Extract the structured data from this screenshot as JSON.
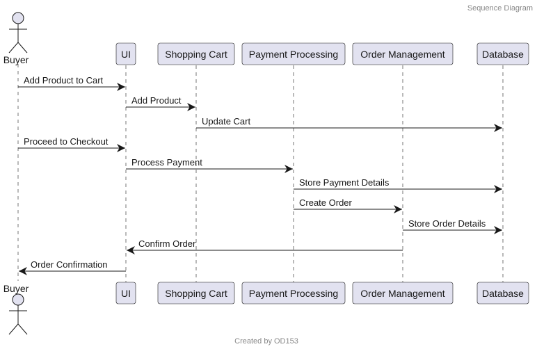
{
  "header": {
    "caption": "Sequence Diagram"
  },
  "footer": {
    "caption": "Created by OD153"
  },
  "colors": {
    "participant_fill": "#e2e2f0",
    "participant_border": "#181818",
    "lifeline": "#181818",
    "arrow": "#181818",
    "caption": "#888888"
  },
  "participants": [
    {
      "id": "buyer",
      "label": "Buyer",
      "kind": "actor"
    },
    {
      "id": "ui",
      "label": "UI",
      "kind": "box"
    },
    {
      "id": "cart",
      "label": "Shopping Cart",
      "kind": "box"
    },
    {
      "id": "payment",
      "label": "Payment Processing",
      "kind": "box"
    },
    {
      "id": "orders",
      "label": "Order Management",
      "kind": "box"
    },
    {
      "id": "db",
      "label": "Database",
      "kind": "box"
    }
  ],
  "messages": [
    {
      "from": "buyer",
      "to": "ui",
      "label": "Add Product to Cart"
    },
    {
      "from": "ui",
      "to": "cart",
      "label": "Add Product"
    },
    {
      "from": "cart",
      "to": "db",
      "label": "Update Cart"
    },
    {
      "from": "buyer",
      "to": "ui",
      "label": "Proceed to Checkout"
    },
    {
      "from": "ui",
      "to": "payment",
      "label": "Process Payment"
    },
    {
      "from": "payment",
      "to": "db",
      "label": "Store Payment Details"
    },
    {
      "from": "payment",
      "to": "orders",
      "label": "Create Order"
    },
    {
      "from": "orders",
      "to": "db",
      "label": "Store Order Details"
    },
    {
      "from": "orders",
      "to": "ui",
      "label": "Confirm Order"
    },
    {
      "from": "ui",
      "to": "buyer",
      "label": "Order Confirmation"
    }
  ]
}
